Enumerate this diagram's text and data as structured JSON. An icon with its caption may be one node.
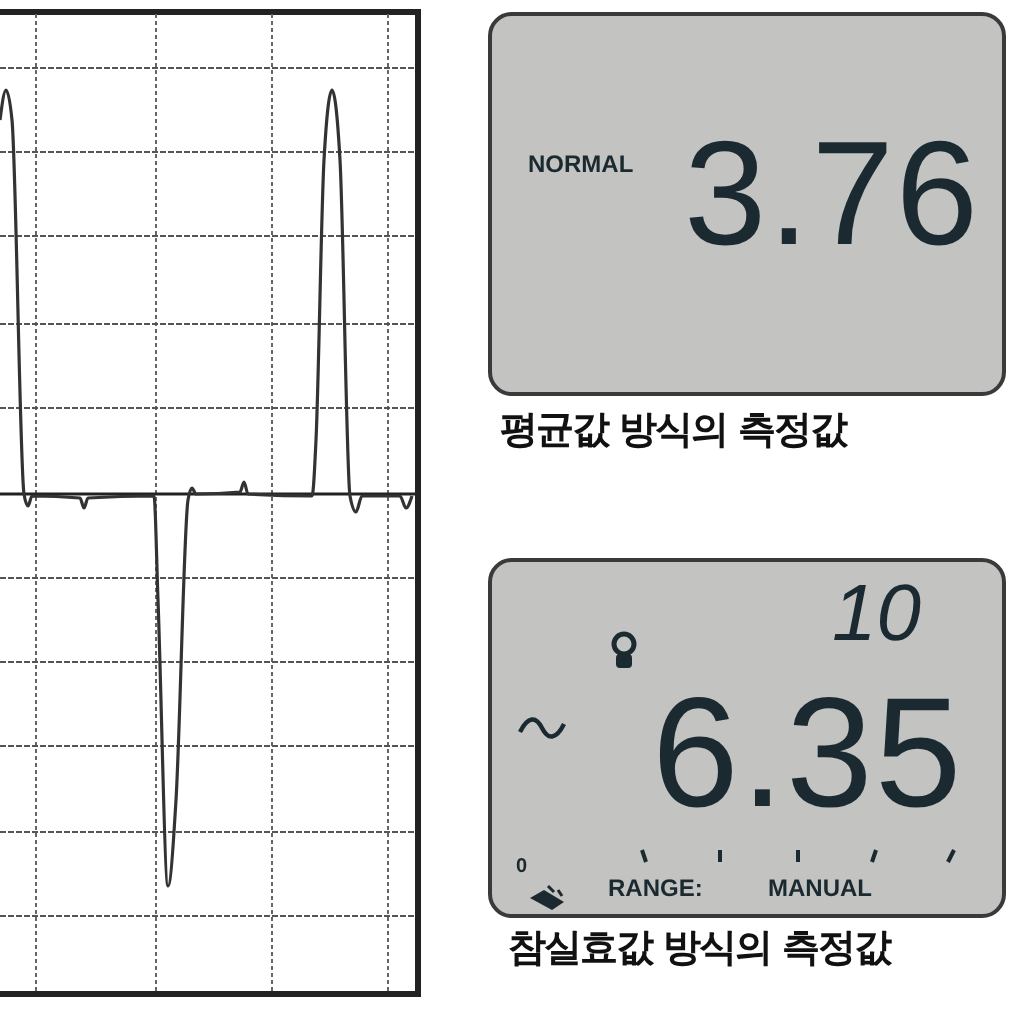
{
  "diagram": {
    "nodes": [
      {
        "text": [
          "NORMAL",
          "3.76"
        ],
        "beside": [
          "평균값 방식의 측정값"
        ]
      },
      {
        "text": [
          "10",
          "6.35",
          "0",
          "RANGE:",
          "MANUAL"
        ],
        "beside": [
          "참실효값 방식의 측정값"
        ]
      }
    ]
  }
}
